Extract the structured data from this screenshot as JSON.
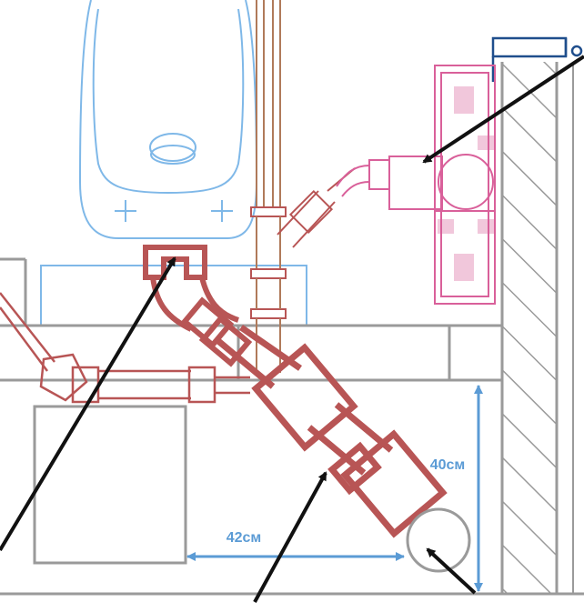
{
  "dimensions": {
    "horizontal": "42см",
    "vertical": "40см"
  },
  "colors": {
    "fixture_blue": "#7fb8e8",
    "sewer_red": "#b85555",
    "pipe_brown": "#b07a5a",
    "tap_pink": "#d9609a",
    "wall_grey": "#9a9a9a",
    "dimension_blue": "#5b9bd5",
    "arrow_black": "#111111",
    "clamp_navy": "#1f4e8c"
  },
  "icons": [
    "toilet-bowl-icon",
    "wall-hatch",
    "pipe-clamp-icon",
    "drain-circle"
  ]
}
